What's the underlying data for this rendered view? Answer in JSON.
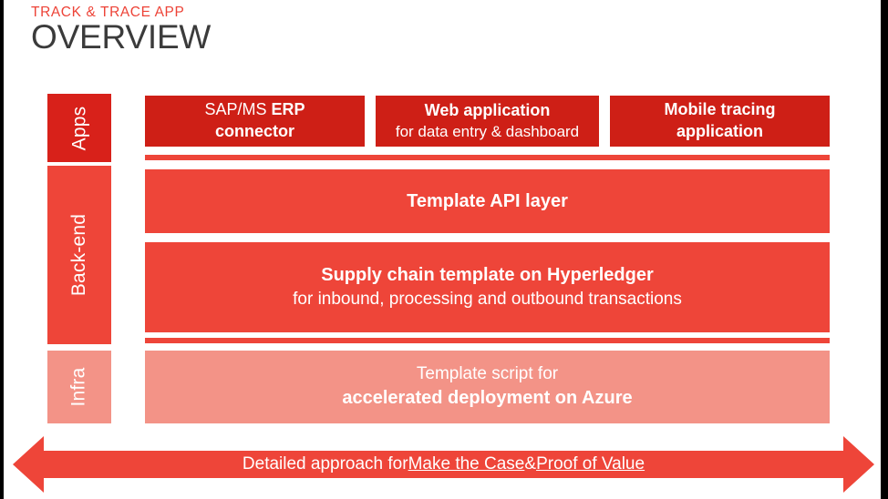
{
  "header": {
    "eyebrow": "TRACK & TRACE APP",
    "title": "OVERVIEW"
  },
  "colors": {
    "eyebrow_red": "#ED4337",
    "title_gray": "#3B3B3B",
    "apps_dark_red": "#D8211A",
    "app_box_red": "#CE1F16",
    "backend_red": "#EE4539",
    "infra_salmon": "#F39387",
    "arrow_red": "#EE4539",
    "page_background": "#FFFFFF"
  },
  "rail": {
    "apps": "Apps",
    "backend": "Back-end",
    "infra": "Infra"
  },
  "apps_row": [
    {
      "id": "erp",
      "line1_light": "SAP/MS ",
      "line1_strong": "ERP",
      "line2_strong": "connector"
    },
    {
      "id": "web",
      "line1_strong": "Web application",
      "line2_light": "for data entry & dashboard"
    },
    {
      "id": "mobile",
      "line1_strong": "Mobile tracing",
      "line2_strong": "application"
    }
  ],
  "backend": {
    "api_layer": "Template API layer",
    "hyperledger_title": "Supply chain template on Hyperledger",
    "hyperledger_subtitle": "for inbound, processing and outbound transactions"
  },
  "infra": {
    "azure_line1": "Template script for",
    "azure_line2": "accelerated deployment on Azure"
  },
  "arrow": {
    "prefix": "Detailed approach for ",
    "link1": "Make the Case",
    "middle": " & ",
    "link2": "Proof of Value"
  }
}
